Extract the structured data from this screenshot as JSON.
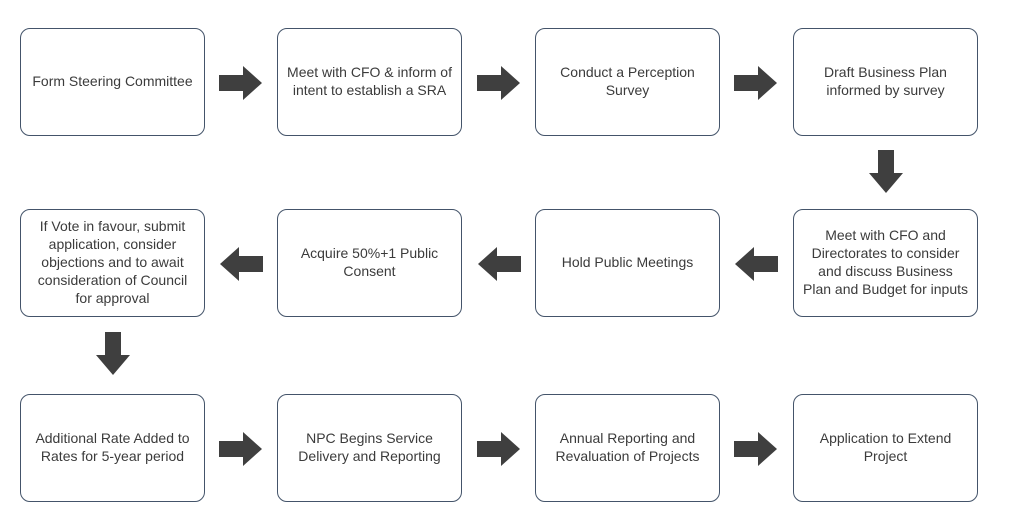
{
  "colors": {
    "background": "#FFFFFF",
    "box_border": "#44546A",
    "box_fill": "#FFFFFF",
    "arrow": "#3F3F3F",
    "text": "#3B3B3B"
  },
  "flow": {
    "type": "flowchart",
    "layout": "3 rows x 4 columns, snake order: row 1 left-to-right, row 2 right-to-left, row 3 left-to-right",
    "steps": [
      {
        "label": "Form Steering Committee"
      },
      {
        "label": "Meet with CFO & inform of intent to establish a SRA"
      },
      {
        "label": "Conduct a Perception Survey"
      },
      {
        "label": "Draft Business Plan informed by survey"
      },
      {
        "label": "Meet with CFO and Directorates to consider and discuss Business Plan and Budget for inputs"
      },
      {
        "label": "Hold Public Meetings"
      },
      {
        "label": "Acquire 50%+1 Public Consent"
      },
      {
        "label": "If Vote in favour, submit application, consider objections and to await consideration of Council for approval"
      },
      {
        "label": "Additional Rate Added to Rates for 5-year period"
      },
      {
        "label": "NPC Begins Service Delivery and Reporting"
      },
      {
        "label": "Annual Reporting and Revaluation of Projects"
      },
      {
        "label": "Application to Extend Project"
      }
    ],
    "connections": [
      {
        "from": 1,
        "to": 2,
        "direction": "right"
      },
      {
        "from": 2,
        "to": 3,
        "direction": "right"
      },
      {
        "from": 3,
        "to": 4,
        "direction": "right"
      },
      {
        "from": 4,
        "to": 5,
        "direction": "down"
      },
      {
        "from": 5,
        "to": 6,
        "direction": "left"
      },
      {
        "from": 6,
        "to": 7,
        "direction": "left"
      },
      {
        "from": 7,
        "to": 8,
        "direction": "left"
      },
      {
        "from": 8,
        "to": 9,
        "direction": "down"
      },
      {
        "from": 9,
        "to": 10,
        "direction": "right"
      },
      {
        "from": 10,
        "to": 11,
        "direction": "right"
      },
      {
        "from": 11,
        "to": 12,
        "direction": "right"
      }
    ]
  }
}
